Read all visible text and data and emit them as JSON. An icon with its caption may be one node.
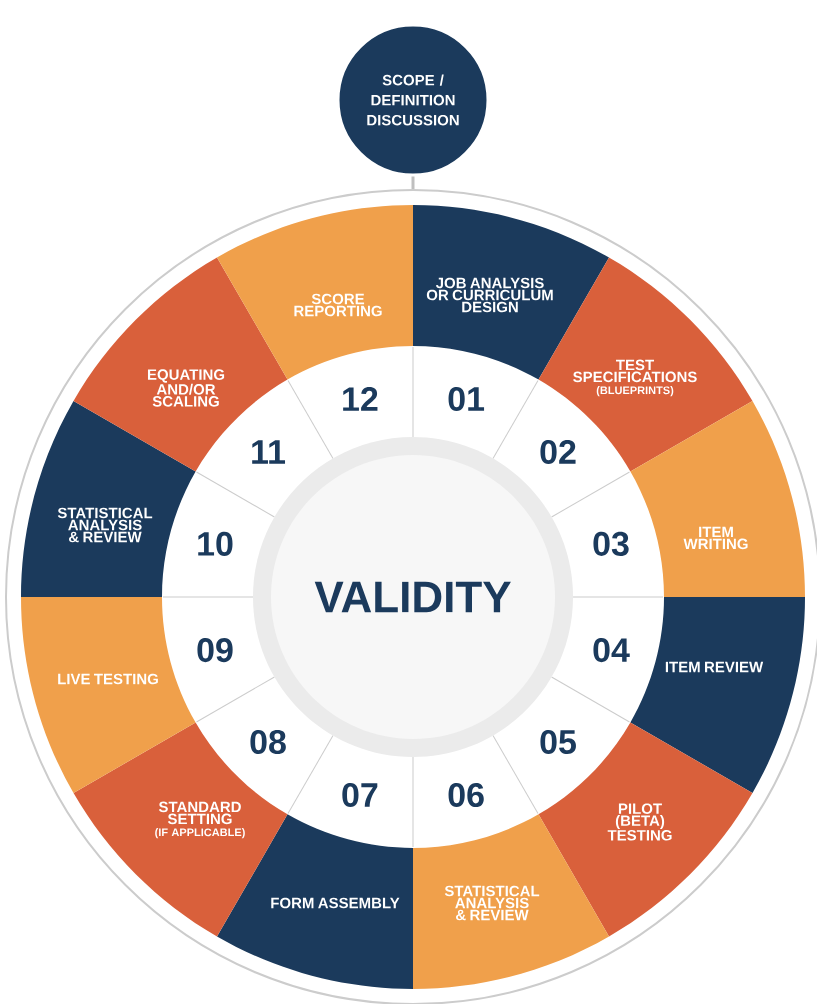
{
  "diagram": {
    "nodes": [
      {
        "text": [
          "SCOPE / DEFINITION DISCUSSION"
        ]
      },
      {
        "text": [],
        "shape": "circle"
      },
      {
        "text": [
          "VALIDITY"
        ],
        "in": 1
      },
      {
        "text": [
          "JOB ANALYSIS OR CURRICULUM DESIGN",
          "01"
        ],
        "in": 1
      },
      {
        "text": [
          "TEST SPECIFICATIONS",
          "(BLUEPRINTS)",
          "02"
        ],
        "in": 1
      },
      {
        "text": [
          "03",
          "ITEM WRITING"
        ],
        "in": 1
      },
      {
        "text": [
          "04",
          "ITEM REVIEW"
        ],
        "in": 1
      },
      {
        "text": [
          "05",
          "PILOT (BETA) TESTING"
        ],
        "in": 1
      },
      {
        "text": [
          "06",
          "STATISTICAL ANALYSIS & REVIEW"
        ],
        "in": 1
      },
      {
        "text": [
          "07",
          "FORM ASSEMBLY"
        ],
        "in": 1
      },
      {
        "text": [
          "08",
          "STANDARD SETTING",
          "(IF APPLICABLE)"
        ],
        "in": 1
      },
      {
        "text": [
          "LIVE TESTING",
          "09"
        ],
        "in": 1
      },
      {
        "text": [
          "STATISTICAL ANALYSIS & REVIEW",
          "10"
        ],
        "in": 1
      },
      {
        "text": [
          "EQUATING AND/OR SCALING",
          "11"
        ],
        "in": 1
      },
      {
        "text": [
          "SCORE REPORTING",
          "12"
        ],
        "in": 1
      }
    ],
    "edges": [
      {
        "from": 0,
        "to": 1,
        "arrow": "none"
      }
    ]
  }
}
